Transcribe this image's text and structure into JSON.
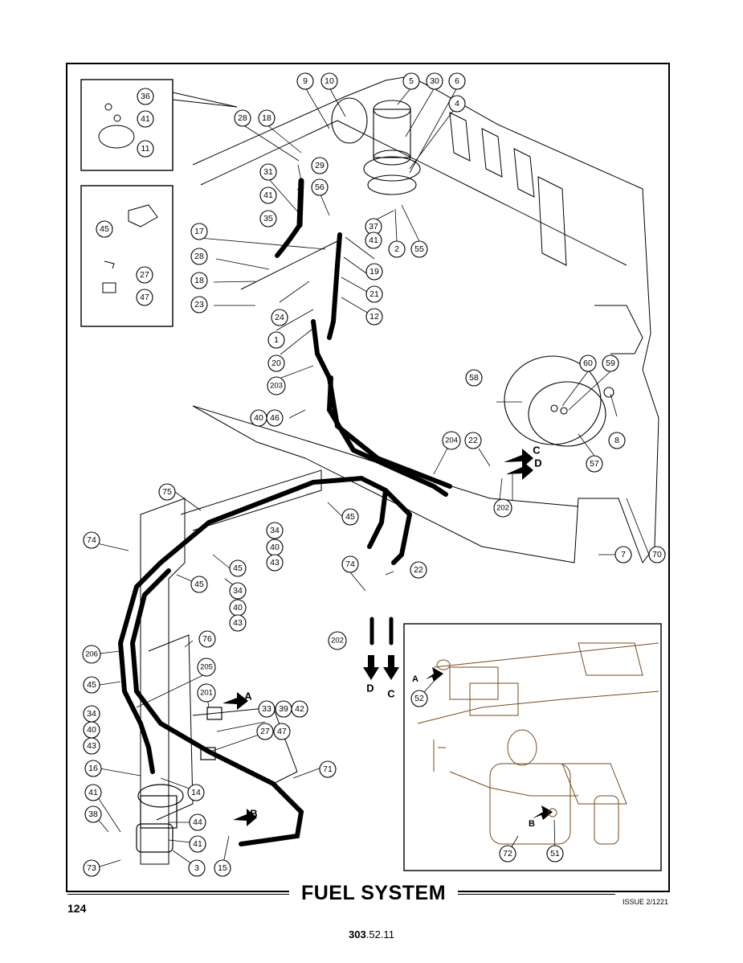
{
  "title": "FUEL SYSTEM",
  "page_number": "124",
  "issue": "ISSUE 2/1221",
  "doc_code": {
    "bold": "303",
    "rest": ".52.11"
  },
  "direction_letters": [
    "A",
    "B",
    "C",
    "D"
  ],
  "callouts": [
    "1",
    "2",
    "3",
    "4",
    "5",
    "6",
    "7",
    "8",
    "9",
    "10",
    "11",
    "12",
    "14",
    "15",
    "16",
    "17",
    "18",
    "19",
    "20",
    "21",
    "22",
    "23",
    "24",
    "27",
    "28",
    "29",
    "30",
    "31",
    "33",
    "34",
    "35",
    "36",
    "37",
    "38",
    "39",
    "40",
    "41",
    "42",
    "43",
    "44",
    "45",
    "46",
    "47",
    "51",
    "52",
    "55",
    "56",
    "57",
    "58",
    "59",
    "60",
    "70",
    "71",
    "72",
    "73",
    "74",
    "75",
    "76",
    "201",
    "202",
    "203",
    "204",
    "205",
    "206"
  ]
}
